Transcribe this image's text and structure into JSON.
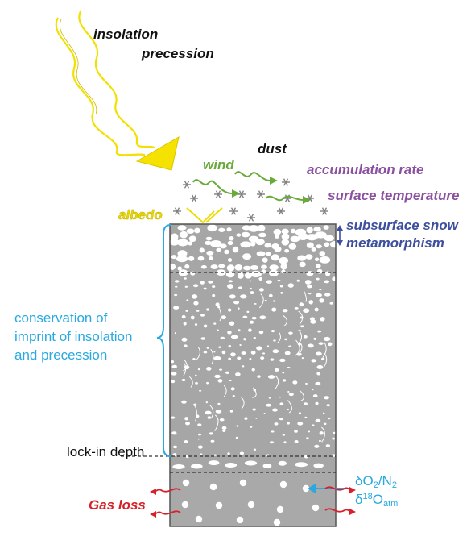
{
  "labels": {
    "insolation": "insolation",
    "precession": "precession",
    "wind": "wind",
    "dust": "dust",
    "accumulation_rate": "accumulation rate",
    "surface_temperature": "surface temperature",
    "albedo": "albedo",
    "subsurface_line1": "subsurface snow",
    "subsurface_line2": "metamorphism",
    "conservation_line1": "conservation of",
    "conservation_line2": "imprint of insolation",
    "conservation_line3": "and precession",
    "lock_in_depth": "lock-in depth",
    "gas_loss": "Gas loss",
    "do2_prefix": "δO",
    "do2_sub1": "2",
    "do2_mid": "/N",
    "do2_sub2": "2",
    "d18_prefix": "δ",
    "d18_sup": "18",
    "d18_mid": "O",
    "d18_sub": "atm"
  },
  "colors": {
    "sun": "#f5e200",
    "sun_outline": "#d8c600",
    "wind": "#6aaa3a",
    "accumulation": "#8a4fa0",
    "albedo": "#e8d800",
    "subsurface": "#3d4f9e",
    "conservation": "#29a9e0",
    "gas_loss": "#d7212a",
    "isotope": "#29a9e0",
    "firn": "#a6a6a6",
    "ice": "#a9a9a9",
    "snowflake": "#7f7f7f"
  }
}
